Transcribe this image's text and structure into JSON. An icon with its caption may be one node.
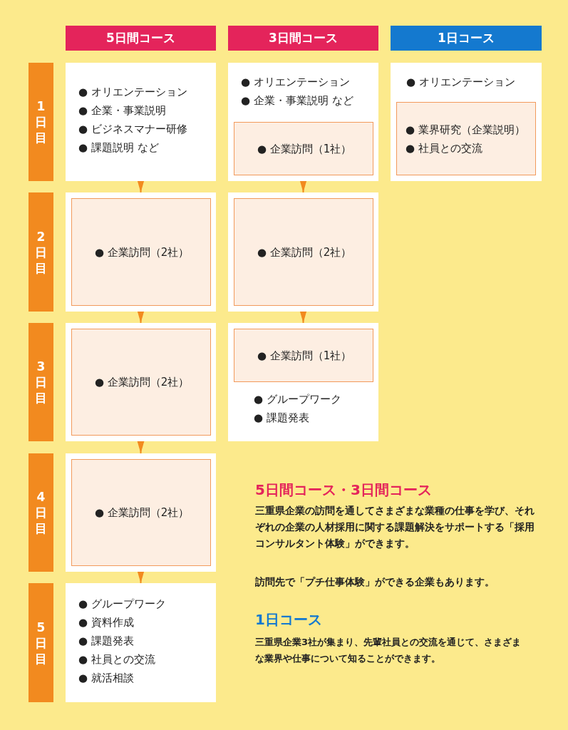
{
  "diagram": {
    "nodes": [
      {
        "text": [
          "5日間コース"
        ]
      },
      {
        "text": [
          "3日間コース"
        ]
      },
      {
        "text": [
          "1日コース"
        ]
      },
      {
        "text": [
          "1日目"
        ]
      },
      {
        "text": [
          "2日目"
        ]
      },
      {
        "text": [
          "3日目"
        ]
      },
      {
        "text": [
          "4日目"
        ]
      },
      {
        "text": [
          "5日目"
        ]
      },
      {
        "text": [
          "● オリエンテーション",
          "● 企業・事業説明",
          "● ビジネスマナー研修",
          "● 課題説明 など"
        ]
      },
      {
        "text": [],
        "shape": "box"
      },
      {
        "text": [
          "● 企業訪問（2社）"
        ],
        "in": 9
      },
      {
        "text": [],
        "shape": "box"
      },
      {
        "text": [
          "● 企業訪問（2社）"
        ],
        "in": 11
      },
      {
        "text": [],
        "shape": "box"
      },
      {
        "text": [
          "● 企業訪問（2社）"
        ],
        "in": 13
      },
      {
        "text": [
          "● グループワーク",
          "● 資料作成",
          "● 課題発表",
          "● 社員との交流",
          "● 就活相談"
        ]
      },
      {
        "text": [
          "● オリエンテーション",
          "● 企業・事業説明 など"
        ]
      },
      {
        "text": [
          "● 企業訪問（1社）"
        ],
        "in": 16
      },
      {
        "text": [],
        "shape": "box"
      },
      {
        "text": [
          "● 企業訪問（2社）"
        ],
        "in": 18
      },
      {
        "text": [
          "● グループワーク",
          "● 課題発表"
        ]
      },
      {
        "text": [
          "● 企業訪問（1社）"
        ],
        "in": 20
      },
      {
        "text": [
          "● オリエンテーション"
        ]
      },
      {
        "text": [
          "● 業界研究（企業説明）",
          "● 社員との交流"
        ],
        "in": 22
      }
    ],
    "edges": [
      {
        "from": 8,
        "to": 9,
        "arrow": "to"
      },
      {
        "from": 9,
        "to": 11,
        "arrow": "to"
      },
      {
        "from": 11,
        "to": 13,
        "arrow": "to"
      },
      {
        "from": 13,
        "to": 15,
        "arrow": "to"
      },
      {
        "from": 16,
        "to": 18,
        "arrow": "to"
      },
      {
        "from": 18,
        "to": 20,
        "arrow": "to"
      }
    ],
    "labels": [
      "5日間コース・3日間コース",
      "三重県企業の訪問を通してさまざまな業種の仕事を学び、それぞれの企業の人材採用に関する課題解決をサポートする「採用コンサルタント体験」ができます。",
      "訪問先で「プチ仕事体験」ができる企業もあります。",
      "1日コース",
      "三重県企業3社が集まり、先輩社員との交流を通じて、さまざまな業界や仕事について知ることができます。"
    ]
  }
}
